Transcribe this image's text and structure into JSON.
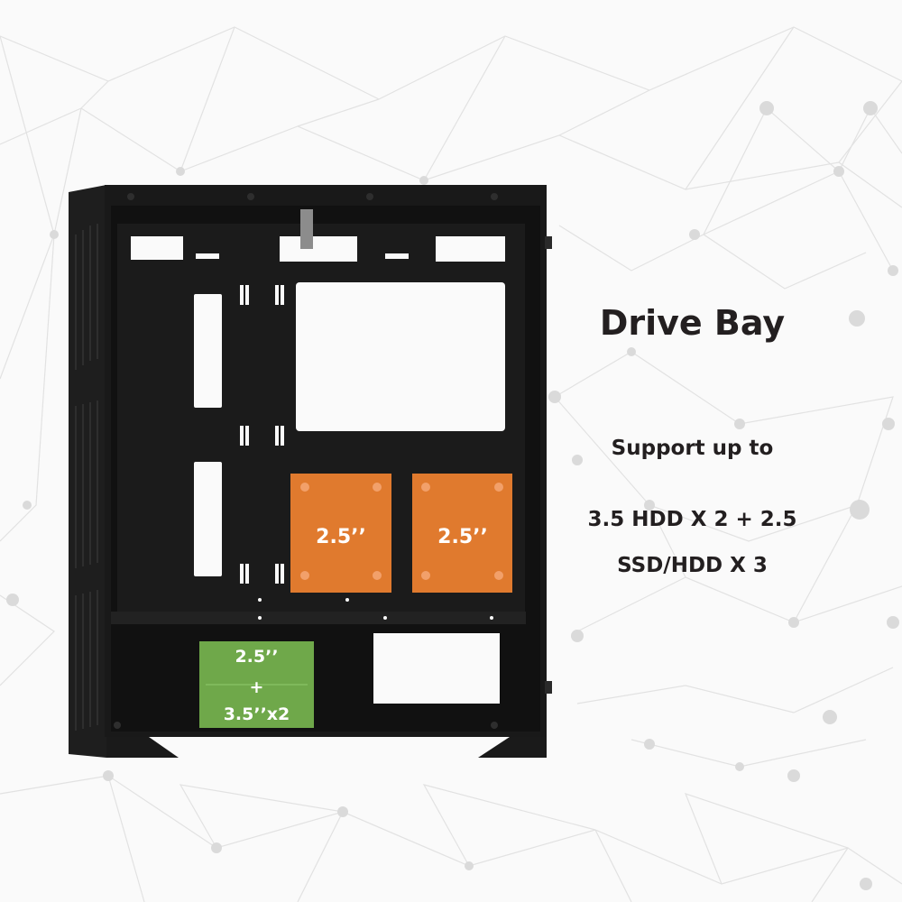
{
  "heading": "Drive Bay",
  "support": {
    "intro": "Support up to",
    "line1": "3.5 HDD X 2 + 2.5",
    "line2": "SSD/HDD X 3"
  },
  "bays": {
    "upper_left": "2.5’’",
    "upper_right": "2.5’’",
    "bottom_top": "2.5’’",
    "bottom_plus": "+",
    "bottom_bottom": "3.5’’x2"
  },
  "colors": {
    "background": "#fafafa",
    "network": "#d9d9d9",
    "case_body": "#1c1c1c",
    "ssd_bay": "#e07a2e",
    "hdd_bay": "#6fa84a",
    "text": "#231f20"
  }
}
